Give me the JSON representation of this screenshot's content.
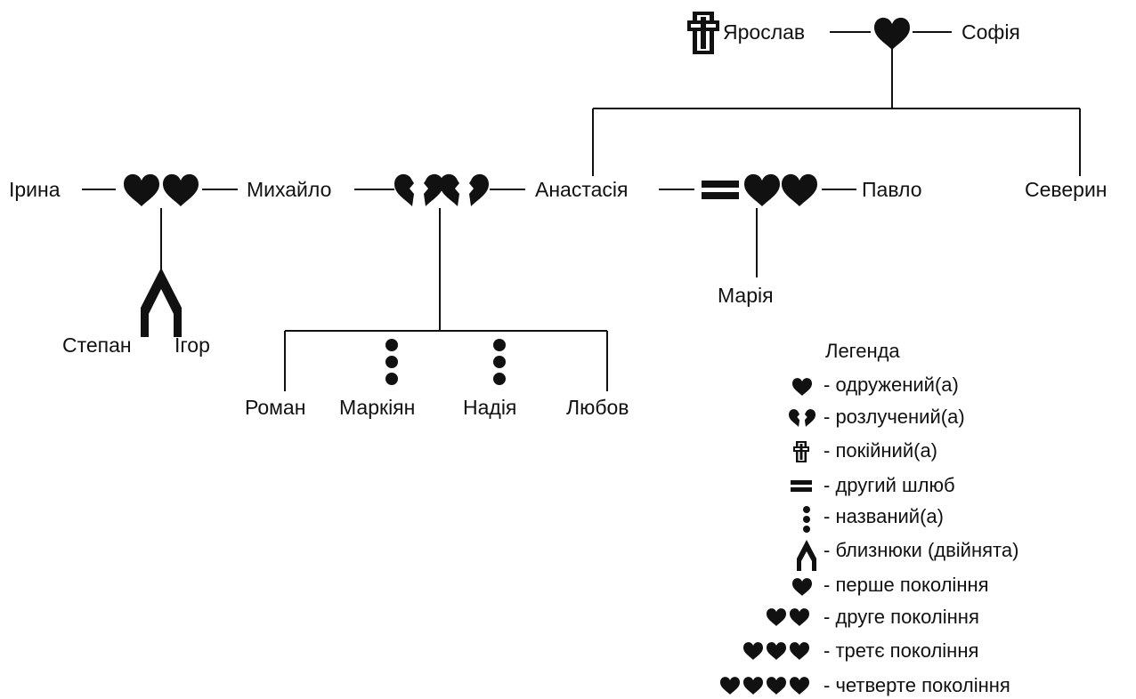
{
  "colors": {
    "ink": "#111111",
    "background": "#ffffff"
  },
  "people": {
    "yaroslav": "Ярослав",
    "sofia": "Софія",
    "iryna": "Ірина",
    "mykhailo": "Михайло",
    "anastasia": "Анастасія",
    "pavlo": "Павло",
    "severyn": "Северин",
    "stepan": "Степан",
    "ihor": "Ігор",
    "maria": "Марія",
    "roman": "Роман",
    "markiian": "Маркіян",
    "nadia": "Надія",
    "liubov": "Любов"
  },
  "legend": {
    "title": "Легенда",
    "items": [
      {
        "icon": "heart-icon",
        "label": "- одружений(а)"
      },
      {
        "icon": "broken-heart-icon",
        "label": "- розлучений(а)"
      },
      {
        "icon": "cross-icon",
        "label": "- покійний(а)"
      },
      {
        "icon": "equals-icon",
        "label": "- другий шлюб"
      },
      {
        "icon": "dots-icon",
        "label": "- названий(а)"
      },
      {
        "icon": "twins-icon",
        "label": "- близнюки (двійнята)"
      },
      {
        "icon": "heart-icon",
        "label": "- перше покоління"
      },
      {
        "icon": "two-hearts-icon",
        "label": "- друге покоління"
      },
      {
        "icon": "three-hearts-icon",
        "label": "- третє покоління"
      },
      {
        "icon": "four-hearts-icon",
        "label": "- четверте покоління"
      }
    ]
  }
}
